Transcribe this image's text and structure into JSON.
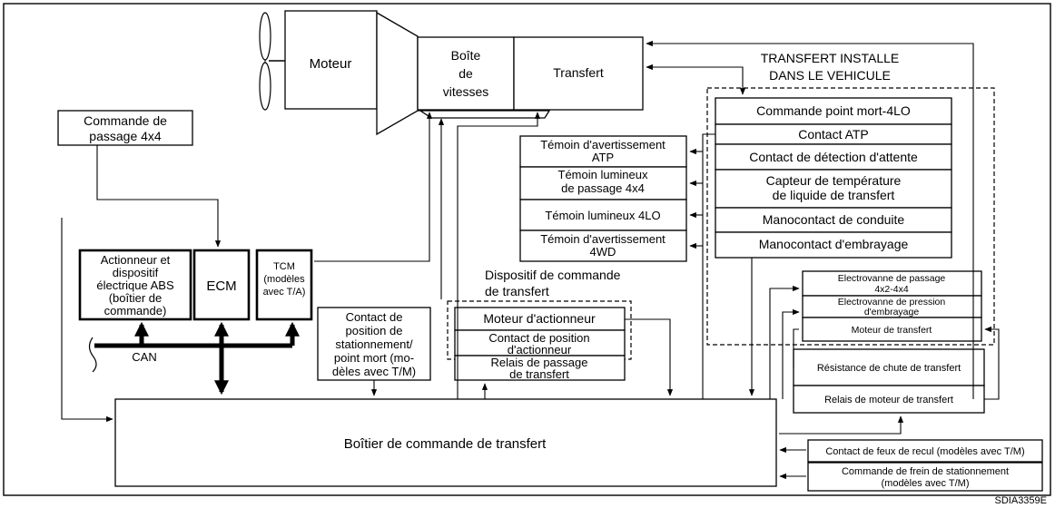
{
  "engine": {
    "label": "Moteur"
  },
  "gearbox": {
    "line1": "Boîte",
    "line2": "de",
    "line3": "vitesses"
  },
  "transfer": {
    "label": "Transfert"
  },
  "installed": {
    "line1": "TRANSFERT INSTALLE",
    "line2": "DANS LE VEHICULE"
  },
  "shift_4x4_command": {
    "line1": "Commande de",
    "line2": "passage 4x4"
  },
  "abs_box": {
    "line1": "Actionneur et",
    "line2": "dispositif",
    "line3": "électrique ABS",
    "line4": "(boîtier de",
    "line5": "commande)"
  },
  "ecm": {
    "label": "ECM"
  },
  "tcm": {
    "line1": "TCM",
    "line2": "(modèles",
    "line3": "avec T/A)"
  },
  "can": {
    "label": "CAN"
  },
  "park_contact": {
    "line1": "Contact de",
    "line2": "position de",
    "line3": "stationnement/",
    "line4": "point mort (mo-",
    "line5": "dèles avec T/M)"
  },
  "warning_lamps": [
    {
      "line1": "Témoin d'avertissement",
      "line2": "ATP"
    },
    {
      "line1": "Témoin lumineux",
      "line2": "de passage 4x4"
    },
    {
      "line1": "Témoin lumineux 4LO",
      "line2": ""
    },
    {
      "line1": "Témoin d'avertissement",
      "line2": "4WD"
    }
  ],
  "switches": [
    {
      "line1": "Commande point mort-4LO",
      "line2": ""
    },
    {
      "line1": "Contact ATP",
      "line2": ""
    },
    {
      "line1": "Contact de détection d'attente",
      "line2": ""
    },
    {
      "line1": "Capteur de température",
      "line2": "de liquide de transfert"
    },
    {
      "line1": "Manocontact de conduite",
      "line2": ""
    },
    {
      "line1": "Manocontact d'embrayage",
      "line2": ""
    }
  ],
  "solenoids": [
    {
      "line1": "Electrovanne de passage",
      "line2": "4x2-4x4"
    },
    {
      "line1": "Electrovanne de pression",
      "line2": "d'embrayage"
    },
    {
      "line1": "Moteur de transfert",
      "line2": ""
    }
  ],
  "actuator_device": {
    "title_line1": "Dispositif de commande",
    "title_line2": "de transfert",
    "motor": "Moteur d'actionneur",
    "position_line1": "Contact de position",
    "position_line2": "d'actionneur",
    "relay_line1": "Relais de passage",
    "relay_line2": "de transfert"
  },
  "drop_resistor": {
    "label": "Résistance de chute de transfert"
  },
  "motor_relay": {
    "label": "Relais de moteur de transfert"
  },
  "reverse_lamp": {
    "label": "Contact de feux de recul (modèles avec T/M)"
  },
  "park_brake": {
    "line1": "Commande de frein de stationnement",
    "line2": "(modèles avec T/M)"
  },
  "control_unit": {
    "label": "Boîtier de commande de transfert"
  },
  "figure_id": {
    "label": "SDIA3359E"
  }
}
